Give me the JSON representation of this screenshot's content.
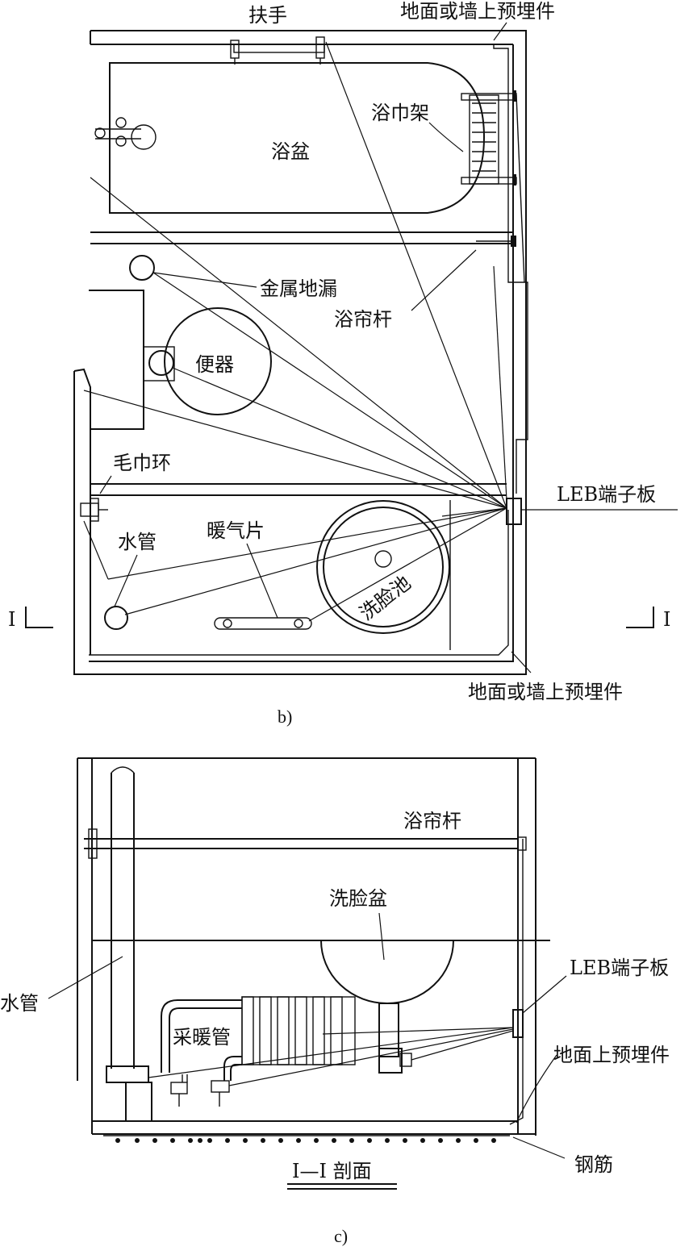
{
  "plan": {
    "caption": "b)",
    "labels": {
      "handrail": "扶手",
      "embedded_top": "地面或墙上预埋件",
      "towel_rack": "浴巾架",
      "bathtub": "浴盆",
      "floor_drain": "金属地漏",
      "shower_rod": "浴帘杆",
      "toilet": "便器",
      "towel_ring": "毛巾环",
      "leb_plate": "LEB端子板",
      "water_pipe": "水管",
      "radiator": "暖气片",
      "washbasin": "洗脸池",
      "embedded_bottom": "地面或墙上预埋件",
      "section_left": "I",
      "section_right": "I"
    }
  },
  "section": {
    "caption": "c)",
    "title": "I—I 剖面",
    "labels": {
      "shower_rod": "浴帘杆",
      "washbasin": "洗脸盆",
      "water_pipe": "水管",
      "leb_plate": "LEB端子板",
      "heating_pipe": "采暖管",
      "floor_embedded": "地面上预埋件",
      "rebar": "钢筋"
    }
  }
}
